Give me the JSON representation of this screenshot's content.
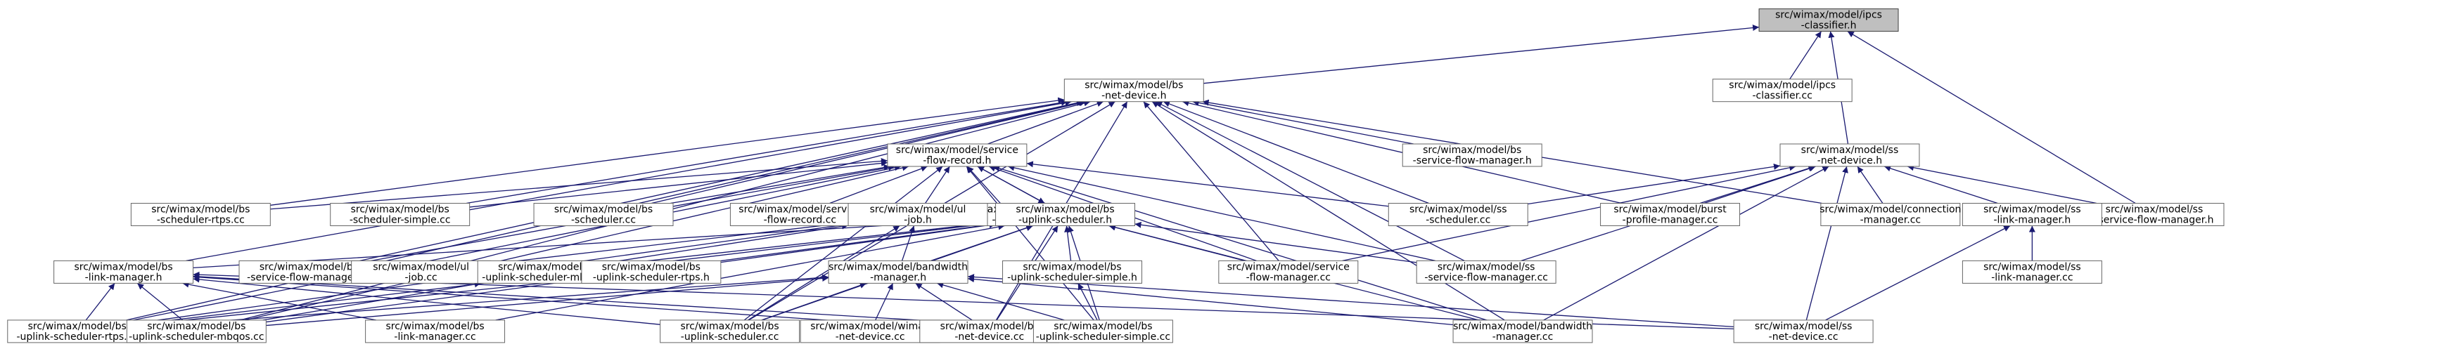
{
  "diagram": {
    "type": "include-dependency-graph",
    "colors": {
      "edge": "#191970",
      "root_fill": "#bfbfbf",
      "node_fill": "#ffffff",
      "node_border": "#666666"
    },
    "nodes": [
      {
        "id": "ipcs-classifier-h",
        "lines": [
          "src/wimax/model/ipcs",
          "-classifier.h"
        ],
        "root": true
      },
      {
        "id": "ipcs-classifier-cc",
        "lines": [
          "src/wimax/model/ipcs",
          "-classifier.cc"
        ]
      },
      {
        "id": "bs-net-device-h",
        "lines": [
          "src/wimax/model/bs",
          "-net-device.h"
        ]
      },
      {
        "id": "ss-net-device-h",
        "lines": [
          "src/wimax/model/ss",
          "-net-device.h"
        ]
      },
      {
        "id": "ss-service-flow-manager-h",
        "lines": [
          "src/wimax/model/ss",
          "-service-flow-manager.h"
        ]
      },
      {
        "id": "bs-service-flow-manager-h",
        "lines": [
          "src/wimax/model/bs",
          "-service-flow-manager.h"
        ]
      },
      {
        "id": "service-flow-record-h",
        "lines": [
          "src/wimax/model/service",
          "-flow-record.h"
        ]
      },
      {
        "id": "bs-scheduler-rtps-cc",
        "lines": [
          "src/wimax/model/bs",
          "-scheduler-rtps.cc"
        ]
      },
      {
        "id": "bs-scheduler-simple-cc",
        "lines": [
          "src/wimax/model/bs",
          "-scheduler-simple.cc"
        ]
      },
      {
        "id": "bs-scheduler-cc",
        "lines": [
          "src/wimax/model/bs",
          "-scheduler.cc"
        ]
      },
      {
        "id": "service-flow-record-cc",
        "lines": [
          "src/wimax/model/service",
          "-flow-record.cc"
        ]
      },
      {
        "id": "service-flow-cc",
        "lines": [
          "src/wimax/model/service",
          "-flow.cc"
        ]
      },
      {
        "id": "ss-scheduler-cc",
        "lines": [
          "src/wimax/model/ss",
          "-scheduler.cc"
        ]
      },
      {
        "id": "burst-profile-manager-cc",
        "lines": [
          "src/wimax/model/burst",
          "-profile-manager.cc"
        ]
      },
      {
        "id": "connection-manager-cc",
        "lines": [
          "src/wimax/model/connection",
          "-manager.cc"
        ]
      },
      {
        "id": "ss-link-manager-h",
        "lines": [
          "src/wimax/model/ss",
          "-link-manager.h"
        ]
      },
      {
        "id": "ss-link-manager-cc",
        "lines": [
          "src/wimax/model/ss",
          "-link-manager.cc"
        ]
      },
      {
        "id": "ul-job-h",
        "lines": [
          "src/wimax/model/ul",
          "-job.h"
        ]
      },
      {
        "id": "bs-uplink-scheduler-h",
        "lines": [
          "src/wimax/model/bs",
          "-uplink-scheduler.h"
        ]
      },
      {
        "id": "bs-link-manager-h",
        "lines": [
          "src/wimax/model/bs",
          "-link-manager.h"
        ]
      },
      {
        "id": "bs-service-flow-manager-cc",
        "lines": [
          "src/wimax/model/bs",
          "-service-flow-manager.cc"
        ]
      },
      {
        "id": "ul-job-cc",
        "lines": [
          "src/wimax/model/ul",
          "-job.cc"
        ]
      },
      {
        "id": "bs-uplink-scheduler-mbqos-h",
        "lines": [
          "src/wimax/model/bs",
          "-uplink-scheduler-mbqos.h"
        ]
      },
      {
        "id": "bs-uplink-scheduler-rtps-h",
        "lines": [
          "src/wimax/model/bs",
          "-uplink-scheduler-rtps.h"
        ]
      },
      {
        "id": "bs-uplink-scheduler-simple-h",
        "lines": [
          "src/wimax/model/bs",
          "-uplink-scheduler-simple.h"
        ]
      },
      {
        "id": "bandwidth-manager-h",
        "lines": [
          "src/wimax/model/bandwidth",
          "-manager.h"
        ]
      },
      {
        "id": "service-flow-manager-cc",
        "lines": [
          "src/wimax/model/service",
          "-flow-manager.cc"
        ]
      },
      {
        "id": "ss-service-flow-manager-cc",
        "lines": [
          "src/wimax/model/ss",
          "-service-flow-manager.cc"
        ]
      },
      {
        "id": "bs-uplink-scheduler-rtps-cc",
        "lines": [
          "src/wimax/model/bs",
          "-uplink-scheduler-rtps.cc"
        ]
      },
      {
        "id": "bs-uplink-scheduler-mbqos-cc",
        "lines": [
          "src/wimax/model/bs",
          "-uplink-scheduler-mbqos.cc"
        ]
      },
      {
        "id": "bs-link-manager-cc",
        "lines": [
          "src/wimax/model/bs",
          "-link-manager.cc"
        ]
      },
      {
        "id": "bs-uplink-scheduler-cc",
        "lines": [
          "src/wimax/model/bs",
          "-uplink-scheduler.cc"
        ]
      },
      {
        "id": "wimax-net-device-cc",
        "lines": [
          "src/wimax/model/wimax",
          "-net-device.cc"
        ]
      },
      {
        "id": "bs-net-device-cc",
        "lines": [
          "src/wimax/model/bs",
          "-net-device.cc"
        ]
      },
      {
        "id": "bs-uplink-scheduler-simple-cc",
        "lines": [
          "src/wimax/model/bs",
          "-uplink-scheduler-simple.cc"
        ]
      },
      {
        "id": "bandwidth-manager-cc",
        "lines": [
          "src/wimax/model/bandwidth",
          "-manager.cc"
        ]
      },
      {
        "id": "ss-net-device-cc",
        "lines": [
          "src/wimax/model/ss",
          "-net-device.cc"
        ]
      }
    ],
    "edges": [
      [
        "ipcs-classifier-h",
        "ipcs-classifier-cc"
      ],
      [
        "ipcs-classifier-h",
        "bs-net-device-h"
      ],
      [
        "ipcs-classifier-h",
        "ss-net-device-h"
      ],
      [
        "ipcs-classifier-h",
        "ss-service-flow-manager-h"
      ],
      [
        "bs-net-device-h",
        "bs-service-flow-manager-h"
      ],
      [
        "bs-net-device-h",
        "service-flow-record-h"
      ],
      [
        "bs-net-device-h",
        "bs-scheduler-rtps-cc"
      ],
      [
        "bs-net-device-h",
        "bs-scheduler-simple-cc"
      ],
      [
        "bs-net-device-h",
        "bs-scheduler-cc"
      ],
      [
        "bs-net-device-h",
        "ss-scheduler-cc"
      ],
      [
        "bs-net-device-h",
        "burst-profile-manager-cc"
      ],
      [
        "bs-net-device-h",
        "connection-manager-cc"
      ],
      [
        "bs-net-device-h",
        "bs-link-manager-h"
      ],
      [
        "bs-net-device-h",
        "bs-service-flow-manager-cc"
      ],
      [
        "bs-net-device-h",
        "service-flow-manager-cc"
      ],
      [
        "bs-net-device-h",
        "ss-service-flow-manager-cc"
      ],
      [
        "bs-net-device-h",
        "bs-uplink-scheduler-rtps-cc"
      ],
      [
        "bs-net-device-h",
        "bs-uplink-scheduler-mbqos-cc"
      ],
      [
        "bs-net-device-h",
        "bs-uplink-scheduler-cc"
      ],
      [
        "bs-net-device-h",
        "bs-net-device-cc"
      ],
      [
        "bs-net-device-h",
        "bandwidth-manager-cc"
      ],
      [
        "ss-net-device-h",
        "ss-scheduler-cc"
      ],
      [
        "ss-net-device-h",
        "burst-profile-manager-cc"
      ],
      [
        "ss-net-device-h",
        "connection-manager-cc"
      ],
      [
        "ss-net-device-h",
        "ss-link-manager-h"
      ],
      [
        "ss-net-device-h",
        "ss-service-flow-manager-h"
      ],
      [
        "ss-net-device-h",
        "service-flow-manager-cc"
      ],
      [
        "ss-net-device-h",
        "ss-service-flow-manager-cc"
      ],
      [
        "ss-net-device-h",
        "bandwidth-manager-cc"
      ],
      [
        "ss-net-device-h",
        "ss-net-device-cc"
      ],
      [
        "ss-link-manager-h",
        "ss-link-manager-cc"
      ],
      [
        "ss-link-manager-h",
        "ss-net-device-cc"
      ],
      [
        "service-flow-record-h",
        "bs-scheduler-rtps-cc"
      ],
      [
        "service-flow-record-h",
        "bs-scheduler-simple-cc"
      ],
      [
        "service-flow-record-h",
        "bs-scheduler-cc"
      ],
      [
        "service-flow-record-h",
        "service-flow-record-cc"
      ],
      [
        "service-flow-record-h",
        "service-flow-cc"
      ],
      [
        "service-flow-record-h",
        "ul-job-h"
      ],
      [
        "service-flow-record-h",
        "bs-uplink-scheduler-h"
      ],
      [
        "service-flow-record-h",
        "ss-scheduler-cc"
      ],
      [
        "service-flow-record-h",
        "bs-service-flow-manager-cc"
      ],
      [
        "service-flow-record-h",
        "service-flow-manager-cc"
      ],
      [
        "service-flow-record-h",
        "ss-service-flow-manager-cc"
      ],
      [
        "service-flow-record-h",
        "bs-uplink-scheduler-rtps-cc"
      ],
      [
        "service-flow-record-h",
        "bs-uplink-scheduler-mbqos-cc"
      ],
      [
        "service-flow-record-h",
        "bs-uplink-scheduler-cc"
      ],
      [
        "service-flow-record-h",
        "bs-uplink-scheduler-simple-cc"
      ],
      [
        "service-flow-record-h",
        "bandwidth-manager-cc"
      ],
      [
        "ul-job-h",
        "ul-job-cc"
      ],
      [
        "ul-job-h",
        "bs-uplink-scheduler-mbqos-h"
      ],
      [
        "ul-job-h",
        "bandwidth-manager-h"
      ],
      [
        "ul-job-h",
        "bs-uplink-scheduler-cc"
      ],
      [
        "ul-job-h",
        "bs-uplink-scheduler-rtps-cc"
      ],
      [
        "bs-uplink-scheduler-h",
        "service-flow-record-h"
      ],
      [
        "bs-uplink-scheduler-h",
        "bs-link-manager-h"
      ],
      [
        "bs-uplink-scheduler-h",
        "bs-uplink-scheduler-mbqos-h"
      ],
      [
        "bs-uplink-scheduler-h",
        "bs-uplink-scheduler-rtps-h"
      ],
      [
        "bs-uplink-scheduler-h",
        "bs-uplink-scheduler-simple-h"
      ],
      [
        "bs-uplink-scheduler-h",
        "bandwidth-manager-h"
      ],
      [
        "bs-uplink-scheduler-h",
        "service-flow-manager-cc"
      ],
      [
        "bs-uplink-scheduler-h",
        "ss-service-flow-manager-cc"
      ],
      [
        "bs-uplink-scheduler-h",
        "bs-uplink-scheduler-rtps-cc"
      ],
      [
        "bs-uplink-scheduler-h",
        "bs-uplink-scheduler-mbqos-cc"
      ],
      [
        "bs-uplink-scheduler-h",
        "bs-link-manager-cc"
      ],
      [
        "bs-uplink-scheduler-h",
        "bs-uplink-scheduler-cc"
      ],
      [
        "bs-uplink-scheduler-h",
        "bs-net-device-cc"
      ],
      [
        "bs-uplink-scheduler-h",
        "bs-uplink-scheduler-simple-cc"
      ],
      [
        "bs-uplink-scheduler-h",
        "bandwidth-manager-cc"
      ],
      [
        "bs-link-manager-h",
        "bs-uplink-scheduler-rtps-cc"
      ],
      [
        "bs-link-manager-h",
        "bs-uplink-scheduler-mbqos-cc"
      ],
      [
        "bs-link-manager-h",
        "bs-link-manager-cc"
      ],
      [
        "bs-link-manager-h",
        "bs-uplink-scheduler-cc"
      ],
      [
        "bs-link-manager-h",
        "bs-net-device-cc"
      ],
      [
        "bs-link-manager-h",
        "bs-uplink-scheduler-simple-cc"
      ],
      [
        "bs-link-manager-h",
        "ss-net-device-cc"
      ],
      [
        "bs-uplink-scheduler-mbqos-h",
        "bs-uplink-scheduler-mbqos-cc"
      ],
      [
        "bs-uplink-scheduler-rtps-h",
        "bs-uplink-scheduler-rtps-cc"
      ],
      [
        "bs-uplink-scheduler-simple-h",
        "bs-uplink-scheduler-simple-cc"
      ],
      [
        "bandwidth-manager-h",
        "bs-uplink-scheduler-cc"
      ],
      [
        "bandwidth-manager-h",
        "wimax-net-device-cc"
      ],
      [
        "bandwidth-manager-h",
        "bs-net-device-cc"
      ],
      [
        "bandwidth-manager-h",
        "bs-uplink-scheduler-simple-cc"
      ],
      [
        "bandwidth-manager-h",
        "bandwidth-manager-cc"
      ],
      [
        "bandwidth-manager-h",
        "ss-net-device-cc"
      ],
      [
        "bandwidth-manager-h",
        "bs-uplink-scheduler-rtps-cc"
      ],
      [
        "bandwidth-manager-h",
        "bs-uplink-scheduler-mbqos-cc"
      ]
    ]
  }
}
